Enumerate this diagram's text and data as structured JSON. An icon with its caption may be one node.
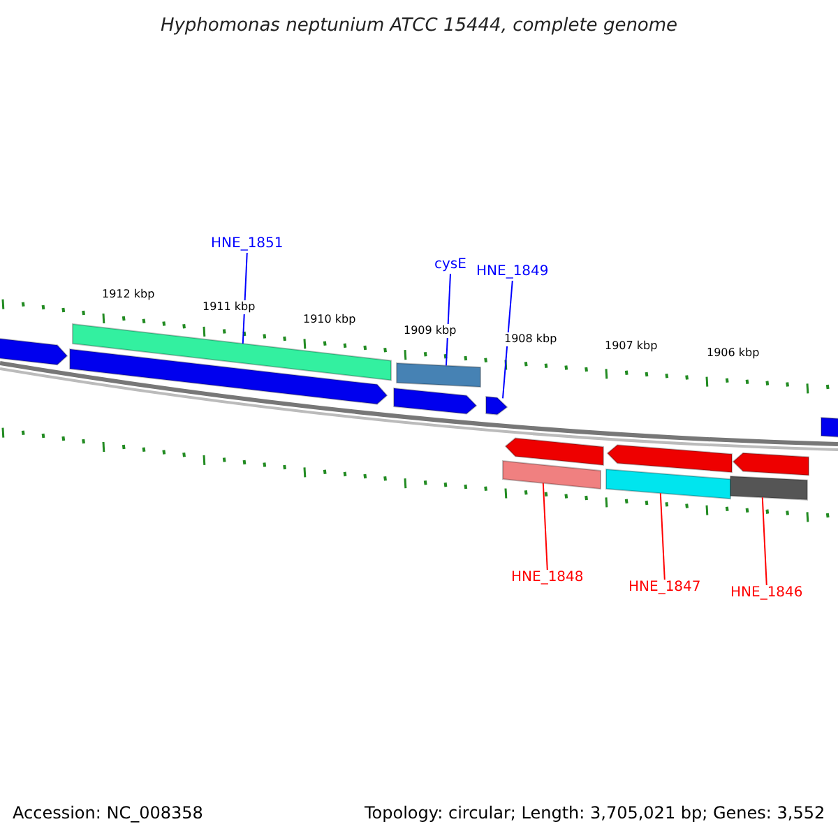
{
  "diagram": {
    "title": "Hyphomonas neptunium ATCC 15444, complete genome",
    "nodes": [
      {
        "text": [
          "HNE_1851"
        ]
      },
      {
        "text": [],
        "shape": "bar"
      },
      {
        "text": [
          "cysE"
        ]
      },
      {
        "text": [],
        "shape": "bar"
      },
      {
        "text": [
          "HNE_1849"
        ]
      },
      {
        "text": [],
        "shape": "arrow"
      },
      {
        "text": [
          "HNE_1848"
        ]
      },
      {
        "text": [],
        "shape": "bar"
      },
      {
        "text": [
          "HNE_1847"
        ]
      },
      {
        "text": [],
        "shape": "bar"
      },
      {
        "text": [
          "HNE_1846"
        ]
      },
      {
        "text": [],
        "shape": "bar"
      }
    ],
    "edges": [
      {
        "from": 0,
        "to": 1,
        "arrow": "none"
      },
      {
        "from": 2,
        "to": 3,
        "arrow": "none"
      },
      {
        "from": 4,
        "to": 5,
        "arrow": "none"
      },
      {
        "from": 6,
        "to": 7,
        "arrow": "none",
        "color": "#ff0000"
      },
      {
        "from": 8,
        "to": 9,
        "arrow": "none",
        "color": "#ff0000"
      },
      {
        "from": 10,
        "to": 11,
        "arrow": "none",
        "color": "#ff0000"
      }
    ],
    "labels": [
      "1912 kbp",
      "1911 kbp",
      "1910 kbp",
      "1909 kbp",
      "1908 kbp",
      "1907 kbp",
      "1906 kbp",
      "Accession: NC_008358",
      "Topology: circular; Length: 3,705,021 bp; Genes: 3,552"
    ]
  }
}
